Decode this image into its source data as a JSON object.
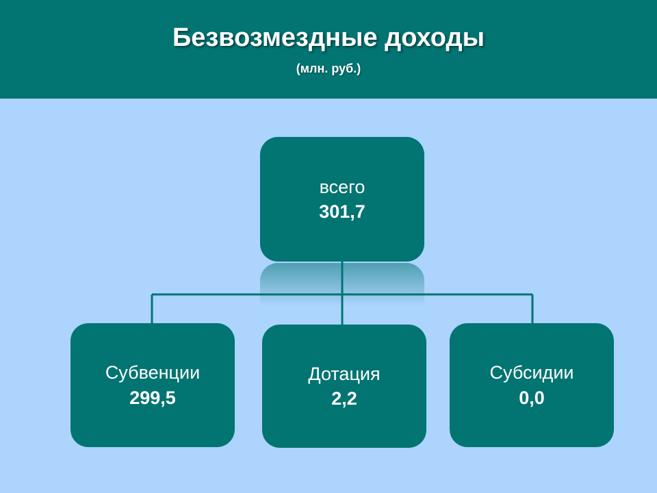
{
  "header": {
    "title": "Безвозмездные доходы",
    "subtitle": "(млн. руб.)"
  },
  "root": {
    "label": "всего",
    "value": "301,7"
  },
  "children": [
    {
      "label": "Субвенции",
      "value": "299,5"
    },
    {
      "label": "Дотация",
      "value": "2,2"
    },
    {
      "label": "Субсидии",
      "value": "0,0"
    }
  ],
  "colors": {
    "background": "#acd4fc",
    "header": "#027472",
    "node": "#027472",
    "connector": "#027472",
    "text": "#ffffff"
  }
}
